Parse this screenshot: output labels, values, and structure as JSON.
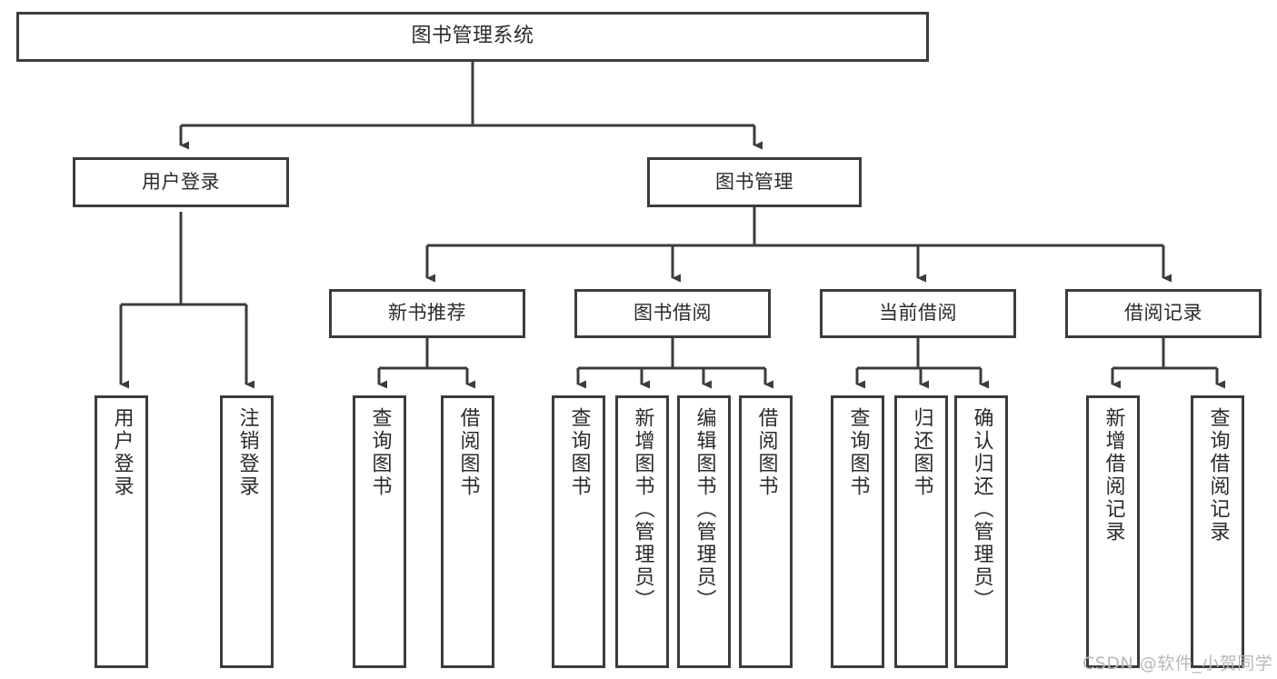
{
  "diagram": {
    "title": "图书管理系统",
    "type": "hierarchy-tree",
    "background_color": "#ffffff",
    "border_color": "#3c3c3c",
    "text_color": "#2b2b2b",
    "watermark": "CSDN @软件_小贺同学",
    "watermark_color": "#b9b9b9"
  },
  "nodes": {
    "root": {
      "label": "图书管理系统"
    },
    "level2": [
      {
        "label": "用户登录"
      },
      {
        "label": "图书管理"
      }
    ],
    "level3": [
      {
        "label": "新书推荐"
      },
      {
        "label": "图书借阅"
      },
      {
        "label": "当前借阅"
      },
      {
        "label": "借阅记录"
      }
    ],
    "leaves": {
      "user_login": [
        {
          "label": "用户登录"
        },
        {
          "label": "注销登录"
        }
      ],
      "new_books": [
        {
          "label": "查询图书"
        },
        {
          "label": "借阅图书"
        }
      ],
      "book_borrow": [
        {
          "label": "查询图书"
        },
        {
          "label": "新增图书（管理员）"
        },
        {
          "label": "编辑图书（管理员）"
        },
        {
          "label": "借阅图书"
        }
      ],
      "current_borrow": [
        {
          "label": "查询图书"
        },
        {
          "label": "归还图书"
        },
        {
          "label": "确认归还（管理员）"
        }
      ],
      "borrow_records": [
        {
          "label": "新增借阅记录"
        },
        {
          "label": "查询借阅记录"
        }
      ]
    }
  }
}
